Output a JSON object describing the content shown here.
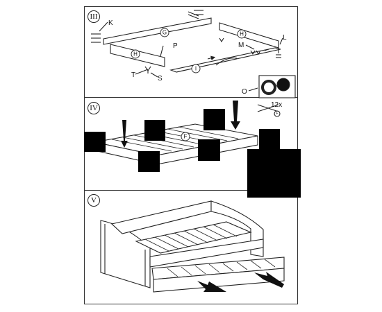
{
  "manual": {
    "steps": [
      {
        "number": "III",
        "parts": {
          "k": "K",
          "g": "G",
          "h1": "H",
          "h2": "H",
          "p": "P",
          "m": "M",
          "l": "L",
          "i": "I",
          "t": "T",
          "s": "S",
          "o": "O"
        }
      },
      {
        "number": "IV",
        "parts": {
          "f": "F",
          "f_small": "F"
        },
        "quantity": "12x"
      },
      {
        "number": "V"
      }
    ]
  },
  "colors": {
    "line": "#222222",
    "redaction": "#000000",
    "background": "#ffffff"
  }
}
